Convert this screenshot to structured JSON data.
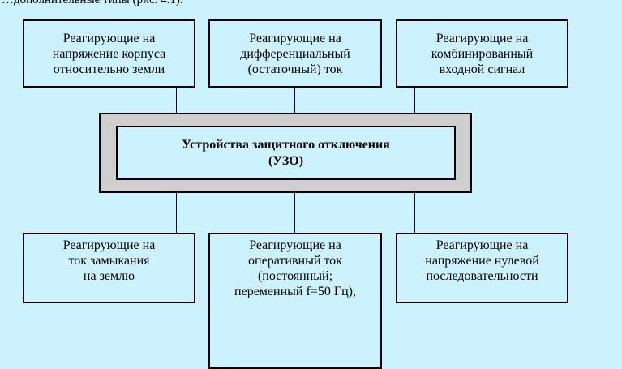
{
  "fragment": "…дополнительные типы (рис. 4.1).",
  "center": {
    "line1": "Устройства защитного отключения",
    "line2": "(УЗО)"
  },
  "top_boxes": [
    {
      "lines": [
        "Реагирующие на",
        "напряжение корпуса",
        "относительно земли"
      ]
    },
    {
      "lines": [
        "Реагирующие на",
        "дифференциальный",
        "(остаточный) ток"
      ]
    },
    {
      "lines": [
        "Реагирующие на",
        "комбинированный",
        "входной сигнал"
      ]
    }
  ],
  "bottom_boxes": [
    {
      "lines": [
        "Реагирующие на",
        "ток замыкания",
        "на землю"
      ]
    },
    {
      "lines": [
        "Реагирующие на",
        "оперативный ток",
        "(постоянный;",
        "переменный f=50 Гц),"
      ]
    },
    {
      "lines": [
        "Реагирующие на",
        "напряжение нулевой",
        "последовательности"
      ]
    }
  ]
}
